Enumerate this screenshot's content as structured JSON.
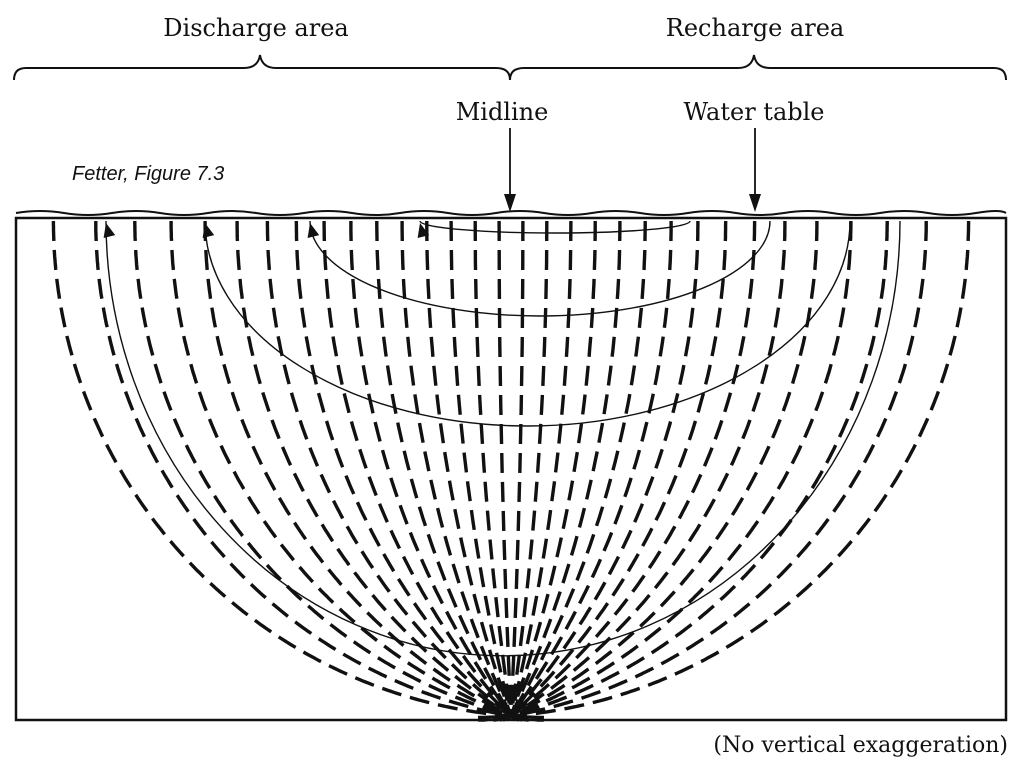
{
  "labels": {
    "discharge_area": "Discharge area",
    "recharge_area": "Recharge area",
    "midline": "Midline",
    "water_table": "Water table",
    "caption": "Fetter, Figure 7.3",
    "note": "(No vertical exaggeration)"
  },
  "colors": {
    "ink": "#111111",
    "background": "#ffffff"
  },
  "flow_system": {
    "flow_line_count": 4,
    "equipotential_line_count": 32,
    "flow_direction": "recharge-to-discharge"
  }
}
